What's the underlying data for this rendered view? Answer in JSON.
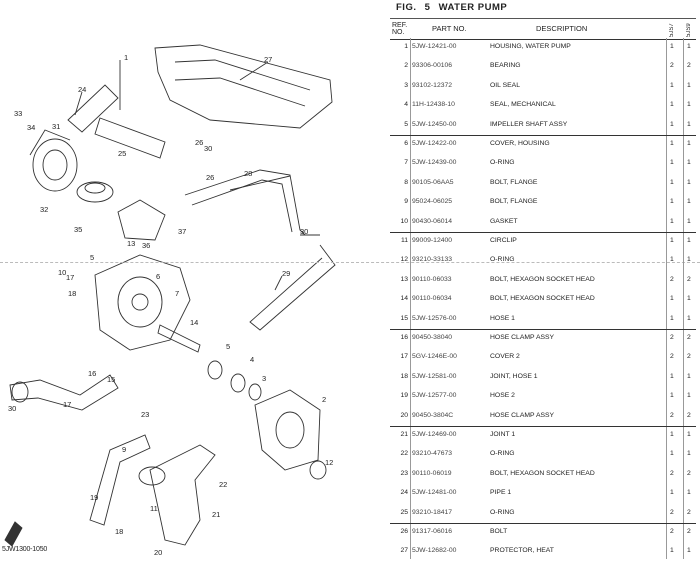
{
  "figure": {
    "prefix": "FIG.",
    "number": "5",
    "title": "WATER PUMP"
  },
  "drawing_code": "5JW1300-1050",
  "headers": {
    "ref_no": "REF. NO.",
    "part_no": "PART NO.",
    "description": "DESCRIPTION",
    "model_a": "5JS7",
    "model_b": "5JS9"
  },
  "callouts": [
    "27",
    "24",
    "26",
    "33",
    "34",
    "31",
    "1",
    "28",
    "26",
    "30",
    "25",
    "32",
    "35",
    "36",
    "37",
    "30",
    "29",
    "5",
    "13",
    "6",
    "17",
    "7",
    "10",
    "18",
    "14",
    "5",
    "4",
    "3",
    "2",
    "30",
    "16",
    "17",
    "15",
    "12",
    "23",
    "22",
    "21",
    "11",
    "20",
    "18",
    "19",
    "9"
  ],
  "parts": [
    {
      "ref": "1",
      "pn": "5JW-12421-00",
      "desc": "HOUSING, WATER PUMP",
      "q1": "1",
      "q2": "1"
    },
    {
      "ref": "2",
      "pn": "93306-00106",
      "desc": "BEARING",
      "q1": "2",
      "q2": "2"
    },
    {
      "ref": "3",
      "pn": "93102-12372",
      "desc": "OIL SEAL",
      "q1": "1",
      "q2": "1"
    },
    {
      "ref": "4",
      "pn": "11H-12438-10",
      "desc": "SEAL, MECHANICAL",
      "q1": "1",
      "q2": "1"
    },
    {
      "ref": "5",
      "pn": "5JW-12450-00",
      "desc": "IMPELLER SHAFT ASSY",
      "q1": "1",
      "q2": "1"
    },
    {
      "ref": "6",
      "pn": "5JW-12422-00",
      "desc": "COVER, HOUSING",
      "q1": "1",
      "q2": "1"
    },
    {
      "ref": "7",
      "pn": "5JW-12439-00",
      "desc": "O-RING",
      "q1": "1",
      "q2": "1"
    },
    {
      "ref": "8",
      "pn": "90105-06AA5",
      "desc": "BOLT, FLANGE",
      "q1": "1",
      "q2": "1"
    },
    {
      "ref": "9",
      "pn": "95024-06025",
      "desc": "BOLT, FLANGE",
      "q1": "1",
      "q2": "1"
    },
    {
      "ref": "10",
      "pn": "90430-06014",
      "desc": "GASKET",
      "q1": "1",
      "q2": "1"
    },
    {
      "ref": "11",
      "pn": "99009-12400",
      "desc": "CIRCLIP",
      "q1": "1",
      "q2": "1"
    },
    {
      "ref": "12",
      "pn": "93210-33133",
      "desc": "O-RING",
      "q1": "1",
      "q2": "1"
    },
    {
      "ref": "13",
      "pn": "90110-06033",
      "desc": "BOLT, HEXAGON SOCKET HEAD",
      "q1": "2",
      "q2": "2"
    },
    {
      "ref": "14",
      "pn": "90110-06034",
      "desc": "BOLT, HEXAGON SOCKET HEAD",
      "q1": "1",
      "q2": "1"
    },
    {
      "ref": "15",
      "pn": "5JW-12576-00",
      "desc": "HOSE 1",
      "q1": "1",
      "q2": "1"
    },
    {
      "ref": "16",
      "pn": "90450-38040",
      "desc": "HOSE CLAMP ASSY",
      "q1": "2",
      "q2": "2"
    },
    {
      "ref": "17",
      "pn": "5GV-1246E-00",
      "desc": "COVER 2",
      "q1": "2",
      "q2": "2"
    },
    {
      "ref": "18",
      "pn": "5JW-12581-00",
      "desc": "JOINT, HOSE 1",
      "q1": "1",
      "q2": "1"
    },
    {
      "ref": "19",
      "pn": "5JW-12577-00",
      "desc": "HOSE 2",
      "q1": "1",
      "q2": "1"
    },
    {
      "ref": "20",
      "pn": "90450-3804C",
      "desc": "HOSE CLAMP ASSY",
      "q1": "2",
      "q2": "2"
    },
    {
      "ref": "21",
      "pn": "5JW-12469-00",
      "desc": "JOINT 1",
      "q1": "1",
      "q2": "1"
    },
    {
      "ref": "22",
      "pn": "93210-47673",
      "desc": "O-RING",
      "q1": "1",
      "q2": "1"
    },
    {
      "ref": "23",
      "pn": "90110-06019",
      "desc": "BOLT, HEXAGON SOCKET HEAD",
      "q1": "2",
      "q2": "2"
    },
    {
      "ref": "24",
      "pn": "5JW-12481-00",
      "desc": "PIPE 1",
      "q1": "1",
      "q2": "1"
    },
    {
      "ref": "25",
      "pn": "93210-18417",
      "desc": "O-RING",
      "q1": "2",
      "q2": "2"
    },
    {
      "ref": "26",
      "pn": "91317-06016",
      "desc": "BOLT",
      "q1": "2",
      "q2": "2"
    },
    {
      "ref": "27",
      "pn": "5JW-12682-00",
      "desc": "PROTECTOR, HEAT",
      "q1": "1",
      "q2": "1"
    }
  ]
}
